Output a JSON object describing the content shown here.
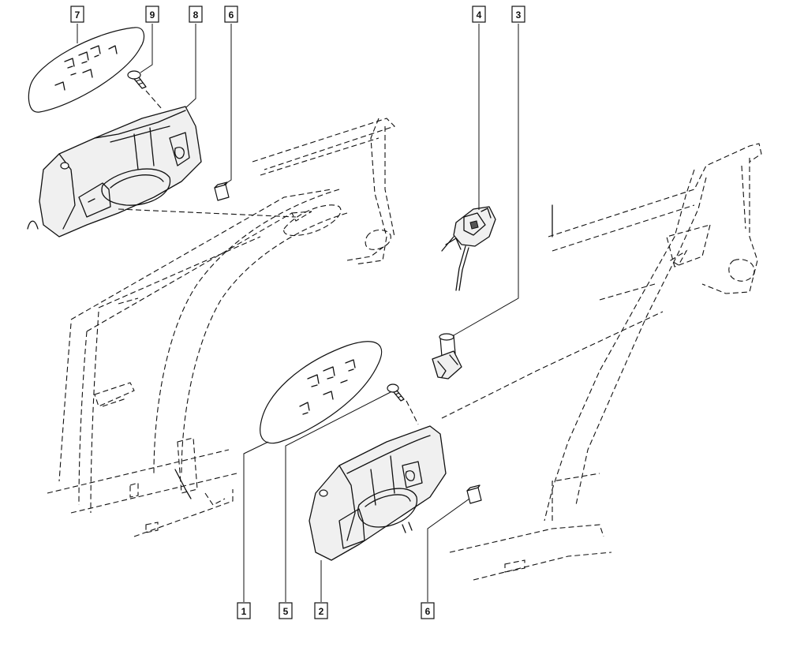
{
  "callouts": [
    {
      "id": "c7",
      "label": "7"
    },
    {
      "id": "c9",
      "label": "9"
    },
    {
      "id": "c8",
      "label": "8"
    },
    {
      "id": "c6a",
      "label": "6"
    },
    {
      "id": "c4",
      "label": "4"
    },
    {
      "id": "c3",
      "label": "3"
    },
    {
      "id": "c1",
      "label": "1"
    },
    {
      "id": "c5",
      "label": "5"
    },
    {
      "id": "c2",
      "label": "2"
    },
    {
      "id": "c6b",
      "label": "6"
    }
  ]
}
